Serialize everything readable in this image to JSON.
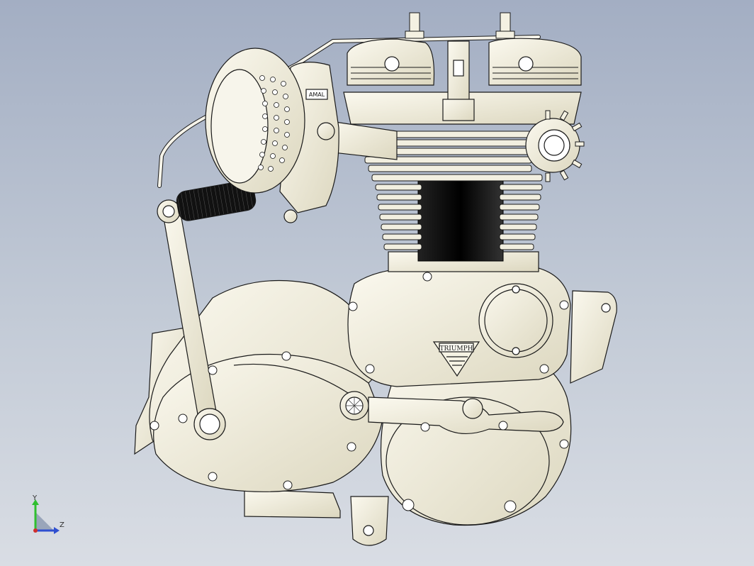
{
  "viewport": {
    "background_top": "#a3aec3",
    "background_bottom": "#d9dde4"
  },
  "model": {
    "part_color": "#f4f1e2",
    "shade_color": "#ddd8c1",
    "dark_color": "#111111",
    "edge_color": "#1a1a1a",
    "carb_label": "AMAL",
    "brand_label": "TRIUMPH"
  },
  "triad": {
    "y_label": "Y",
    "z_label": "Z",
    "y_color": "#2fbf2f",
    "z_color": "#2f4fd0",
    "x_color": "#d02f2f"
  }
}
